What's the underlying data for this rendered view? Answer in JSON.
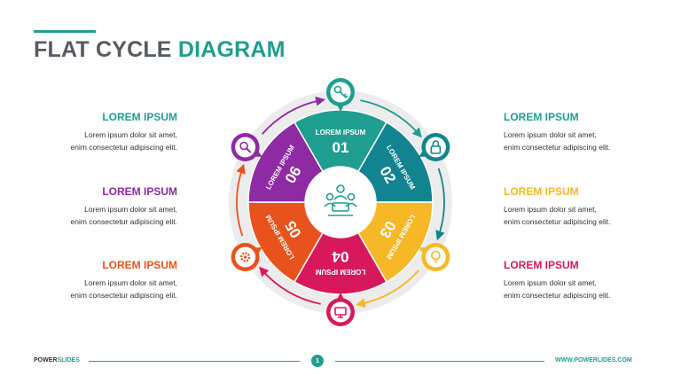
{
  "title": {
    "part1": "FLAT CYCLE",
    "part2": "DIAGRAM"
  },
  "colors": {
    "teal": "#1f9e8f",
    "purple": "#8e2aa3",
    "orange": "#e8531d",
    "pink": "#d7195c",
    "yellow": "#f6b826",
    "dark_teal": "#12848f",
    "gray_ring": "#ececec"
  },
  "segments": [
    {
      "label": "LOREM IPSUM",
      "number": "01",
      "color": "#1f9e8f"
    },
    {
      "label": "LOREM IPSUM",
      "number": "02",
      "color": "#12848f"
    },
    {
      "label": "LOREM IPSUM",
      "number": "03",
      "color": "#f6b826"
    },
    {
      "label": "LOREM IPSUM",
      "number": "04",
      "color": "#d7195c"
    },
    {
      "label": "LOREM IPSUM",
      "number": "05",
      "color": "#e8531d"
    },
    {
      "label": "LOREM IPSUM",
      "number": "06",
      "color": "#8e2aa3"
    }
  ],
  "icons": [
    {
      "name": "key-icon",
      "color": "#1f9e8f"
    },
    {
      "name": "lock-icon",
      "color": "#12848f"
    },
    {
      "name": "lightbulb-icon",
      "color": "#f6b826"
    },
    {
      "name": "monitor-icon",
      "color": "#d7195c"
    },
    {
      "name": "gear-icon",
      "color": "#e8531d"
    },
    {
      "name": "magnifier-icon",
      "color": "#8e2aa3"
    }
  ],
  "center_icon": "team-icon",
  "text_blocks": {
    "left": [
      {
        "heading": "LOREM IPSUM",
        "line1": "Lorem ipsum dolor sit amet,",
        "line2": "enim consectetur adipiscing elit.",
        "color": "#1f9e8f"
      },
      {
        "heading": "LOREM IPSUM",
        "line1": "Lorem ipsum dolor sit amet,",
        "line2": "enim consectetur adipiscing elit.",
        "color": "#8e2aa3"
      },
      {
        "heading": "LOREM IPSUM",
        "line1": "Lorem ipsum dolor sit amet,",
        "line2": "enim consectetur adipiscing elit.",
        "color": "#e8531d"
      }
    ],
    "right": [
      {
        "heading": "LOREM IPSUM",
        "line1": "Lorem ipsum dolor sit amet,",
        "line2": "enim consectetur adipiscing elit.",
        "color": "#1f9e8f"
      },
      {
        "heading": "LOREM IPSUM",
        "line1": "Lorem ipsum dolor sit amet,",
        "line2": "enim consectetur adipiscing elit.",
        "color": "#f6b826"
      },
      {
        "heading": "LOREM IPSUM",
        "line1": "Lorem ipsum dolor sit amet,",
        "line2": "enim consectetur adipiscing elit.",
        "color": "#d7195c"
      }
    ]
  },
  "footer": {
    "brand_part1": "POWER",
    "brand_part2": "SLIDES",
    "page": "1",
    "url": "WWW.POWERLIDES.COM"
  }
}
